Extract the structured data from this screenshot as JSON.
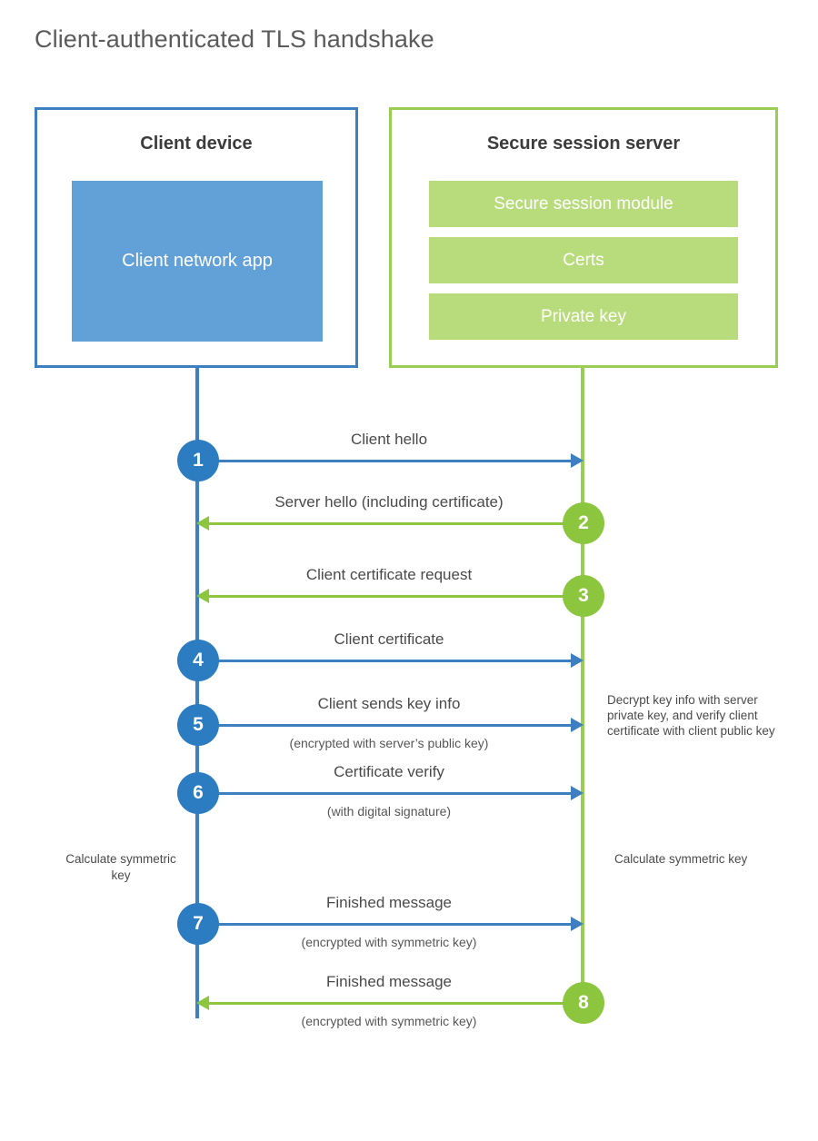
{
  "title": "Client-authenticated TLS handshake",
  "colors": {
    "client_accent": "#3d7fc0",
    "client_badge": "#2c7cc1",
    "client_app_fill": "#62a0d8",
    "server_accent": "#9acd53",
    "server_badge": "#8cc63e",
    "server_bar_fill": "#b8db7c",
    "text": "#4a4a4a",
    "background": "#ffffff"
  },
  "client": {
    "title": "Client device",
    "app_label": "Client network app"
  },
  "server": {
    "title": "Secure session server",
    "components": [
      {
        "label": "Secure session module"
      },
      {
        "label": "Certs"
      },
      {
        "label": "Private key"
      }
    ]
  },
  "messages": [
    {
      "step": "1",
      "label": "Client hello",
      "sublabel": "",
      "direction": "client-to-server",
      "badge_side": "client"
    },
    {
      "step": "2",
      "label": "Server hello (including certificate)",
      "sublabel": "",
      "direction": "server-to-client",
      "badge_side": "server"
    },
    {
      "step": "3",
      "label": "Client certificate request",
      "sublabel": "",
      "direction": "server-to-client",
      "badge_side": "server"
    },
    {
      "step": "4",
      "label": "Client certificate",
      "sublabel": "",
      "direction": "client-to-server",
      "badge_side": "client"
    },
    {
      "step": "5",
      "label": "Client sends key info",
      "sublabel": "(encrypted with server’s public key)",
      "direction": "client-to-server",
      "badge_side": "client"
    },
    {
      "step": "6",
      "label": "Certificate verify",
      "sublabel": "(with digital signature)",
      "direction": "client-to-server",
      "badge_side": "client"
    },
    {
      "step": "7",
      "label": "Finished message",
      "sublabel": "(encrypted with symmetric key)",
      "direction": "client-to-server",
      "badge_side": "client"
    },
    {
      "step": "8",
      "label": "Finished message",
      "sublabel": "(encrypted with symmetric key)",
      "direction": "server-to-client",
      "badge_side": "server"
    }
  ],
  "annotations": {
    "server_decrypt": "Decrypt key info with server private key, and verify client certificate with client public key",
    "client_symmetric": "Calculate symmetric key",
    "server_symmetric": "Calculate symmetric key"
  }
}
